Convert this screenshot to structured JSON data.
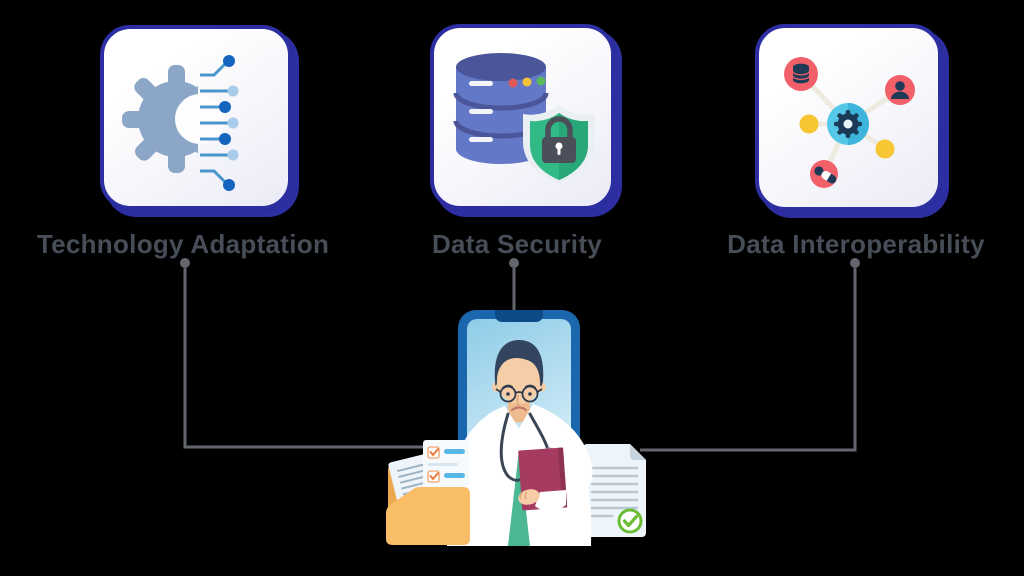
{
  "cards": [
    {
      "label": "Technology Adaptation",
      "icon": "gear-circuit-icon"
    },
    {
      "label": "Data Security",
      "icon": "database-shield-icon"
    },
    {
      "label": "Data Interoperability",
      "icon": "network-hub-icon"
    }
  ],
  "colors": {
    "background": "#000000",
    "card_border": "#2c2ea2",
    "card_background": "#ffffff",
    "label_text": "#474e57",
    "connector": "#63676d",
    "gear": "#8ba6c7",
    "circuit_dark_dot": "#1565c0",
    "circuit_light_dot": "#aacbe9",
    "database_body": "#6478c8",
    "shield_green": "#32ba86",
    "hub_blue": "#55c8ea",
    "node_red": "#f2606a",
    "node_yellow": "#f6c733",
    "phone_frame": "#1b67ae",
    "folder_orange": "#f8bd66",
    "clipboard_maroon": "#a53b60",
    "check_green": "#6abc35"
  }
}
